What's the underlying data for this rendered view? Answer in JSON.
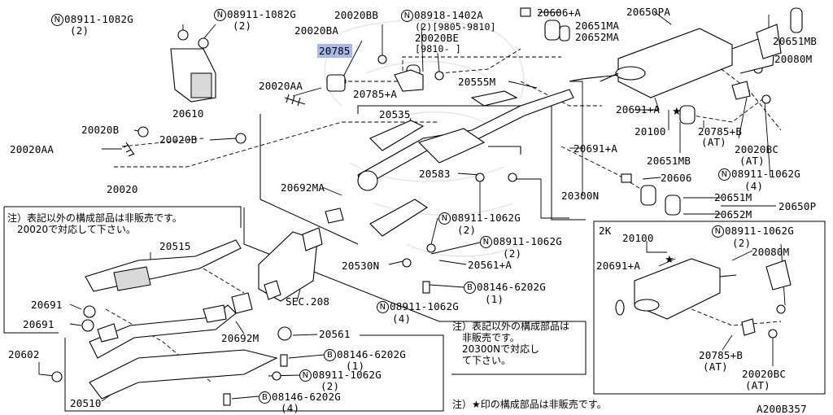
{
  "diagram_id": "A200B357",
  "labels": {
    "p_08911_1082G_left": "08911-1082G",
    "p_08911_1082G_left_q": "(2)",
    "p_08911_1082G_mid": "08911-1082G",
    "p_08911_1082G_mid_q": "(2)",
    "p_20020BB": "20020BB",
    "p_08918_1402A": "08918-1402A",
    "p_08918_1402A_note": "(2)[9805-9810]",
    "p_20020BE": "20020BE",
    "p_20020BE_note": "[9810-    ]",
    "p_20606A": "20606+A",
    "p_20650PA": "20650PA",
    "p_20651MA": "20651MA",
    "p_20652MA": "20652MA",
    "p_20651MB_top": "20651MB",
    "p_20080M_top": "20080M",
    "p_20020BA": "20020BA",
    "p_20785": "20785",
    "p_20785A": "20785+A",
    "p_20555M": "20555M",
    "p_20020AA_top": "20020AA",
    "p_20610": "20610",
    "p_20020B_left": "20020B",
    "p_20020AA_left": "20020AA",
    "p_20020B_mid": "20020B",
    "p_20535": "20535",
    "p_20691A_top": "20691+A",
    "p_20100_top": "20100",
    "p_20785B_top": "20785+B",
    "p_20785B_top_at": "(AT)",
    "p_20020BC_top": "20020BC",
    "p_20020BC_top_at": "(AT)",
    "p_20651MB_mid": "20651MB",
    "p_20691A_mid": "20691+A",
    "p_20583": "20583",
    "p_20606": "20606",
    "p_08911_1062G_right": "08911-1062G",
    "p_08911_1062G_right_q": "(4)",
    "p_20651M": "20651M",
    "p_20650P": "20650P",
    "p_20652M": "20652M",
    "p_20300N": "20300N",
    "p_20692MA": "20692MA",
    "p_08911_1062G_c1": "08911-1062G",
    "p_08911_1062G_c1_q": "(2)",
    "p_08911_1062G_c2": "08911-1062G",
    "p_08911_1062G_c2_q": "(2)",
    "p_20020": "20020",
    "p_20515": "20515",
    "p_20530N": "20530N",
    "p_20561A": "20561+A",
    "p_08146_6202G_c": "08146-6202G",
    "p_08146_6202G_c_q": "(1)",
    "p_SEC208": "SEC.208",
    "p_08911_1062G_c3": "08911-1062G",
    "p_08911_1062G_c3_q": "(4)",
    "p_20691_a": "20691",
    "p_20691_b": "20691",
    "p_20692M": "20692M",
    "p_20561": "20561",
    "p_08146_6202G_b1": "08146-6202G",
    "p_08146_6202G_b1_q": "(1)",
    "p_08911_1062G_b": "08911-1062G",
    "p_08911_1062G_b_q": "(2)",
    "p_08146_6202G_b2": "08146-6202G",
    "p_08146_6202G_b2_q": "(4)",
    "p_20602": "20602",
    "p_20510": "20510",
    "p_2K": "2K",
    "p_20100_2k": "20100",
    "p_08911_1062G_2k": "08911-1062G",
    "p_08911_1062G_2k_q": "(2)",
    "p_20080M_2k": "20080M",
    "p_20691A_2k": "20691+A",
    "p_20785B_2k": "20785+B",
    "p_20785B_2k_at": "(AT)",
    "p_20020BC_2k": "20020BC",
    "p_20020BC_2k_at": "(AT)"
  },
  "symbols": {
    "circle_N": "N",
    "circle_B": "B"
  },
  "notes": {
    "note_left": "注）表記以外の構成部品は非販売です。\n　20020で対応して下さい。",
    "note_center": "注）表記以外の構成部品は\n　非販売です。\n　20300Nで対応し\n　て下さい。",
    "note_bottom": "注）★印の構成部品は非販売です。"
  },
  "colors": {
    "highlight": "#a9b8e8",
    "line": "#000000",
    "background": "#ffffff"
  }
}
